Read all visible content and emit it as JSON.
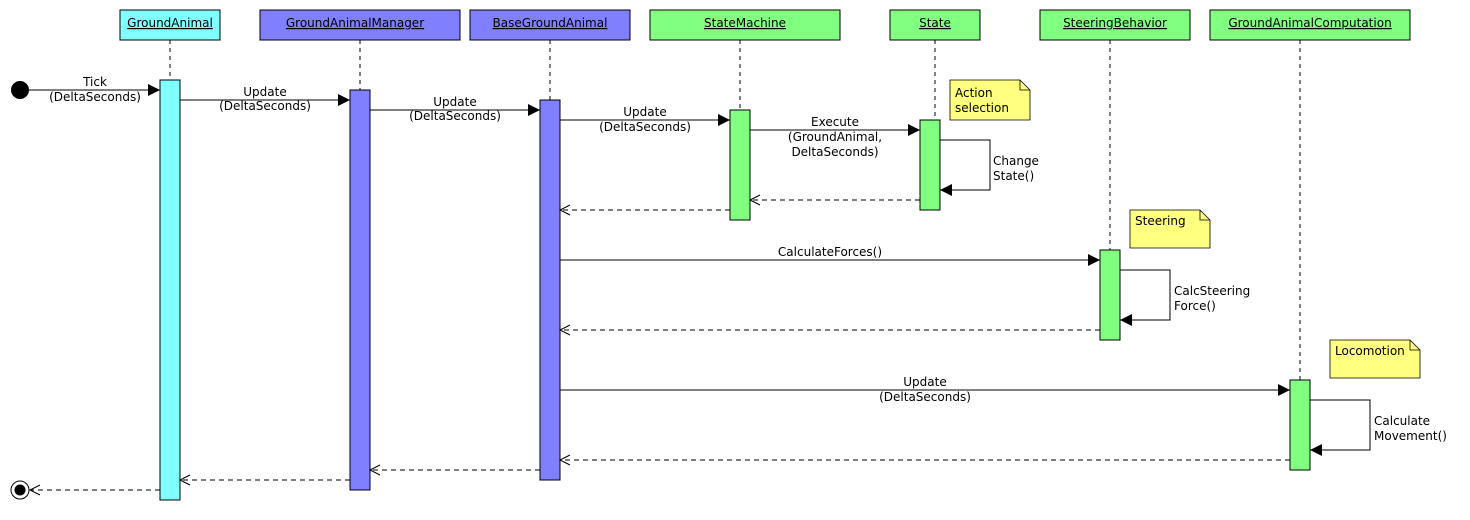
{
  "colors": {
    "cyan": "#80ffff",
    "blue": "#8080ff",
    "green": "#80ff80",
    "note": "#ffff80",
    "line": "#000000"
  },
  "participants": [
    {
      "name": "GroundAnimal",
      "color": "cyan"
    },
    {
      "name": "GroundAnimalManager",
      "color": "blue"
    },
    {
      "name": "BaseGroundAnimal",
      "color": "blue"
    },
    {
      "name": "StateMachine",
      "color": "green"
    },
    {
      "name": "State",
      "color": "green"
    },
    {
      "name": "SteeringBehavior",
      "color": "green"
    },
    {
      "name": "GroundAnimalComputation",
      "color": "green"
    }
  ],
  "messages": {
    "tick": [
      "Tick",
      "(DeltaSeconds)"
    ],
    "update1": [
      "Update",
      "(DeltaSeconds)"
    ],
    "update2": [
      "Update",
      "(DeltaSeconds)"
    ],
    "update3": [
      "Update",
      "(DeltaSeconds)"
    ],
    "execute": [
      "Execute",
      "(GroundAnimal,",
      "DeltaSeconds)"
    ],
    "change_state": [
      "Change",
      "State()"
    ],
    "calculate_forces": [
      "CalculateForces()"
    ],
    "calc_steering": [
      "CalcSteering",
      "Force()"
    ],
    "update4": [
      "Update",
      "(DeltaSeconds)"
    ],
    "calculate_movement": [
      "Calculate",
      "Movement()"
    ]
  },
  "notes": {
    "action": [
      "Action",
      "selection"
    ],
    "steering": [
      "Steering"
    ],
    "locomotion": [
      "Locomotion"
    ]
  }
}
